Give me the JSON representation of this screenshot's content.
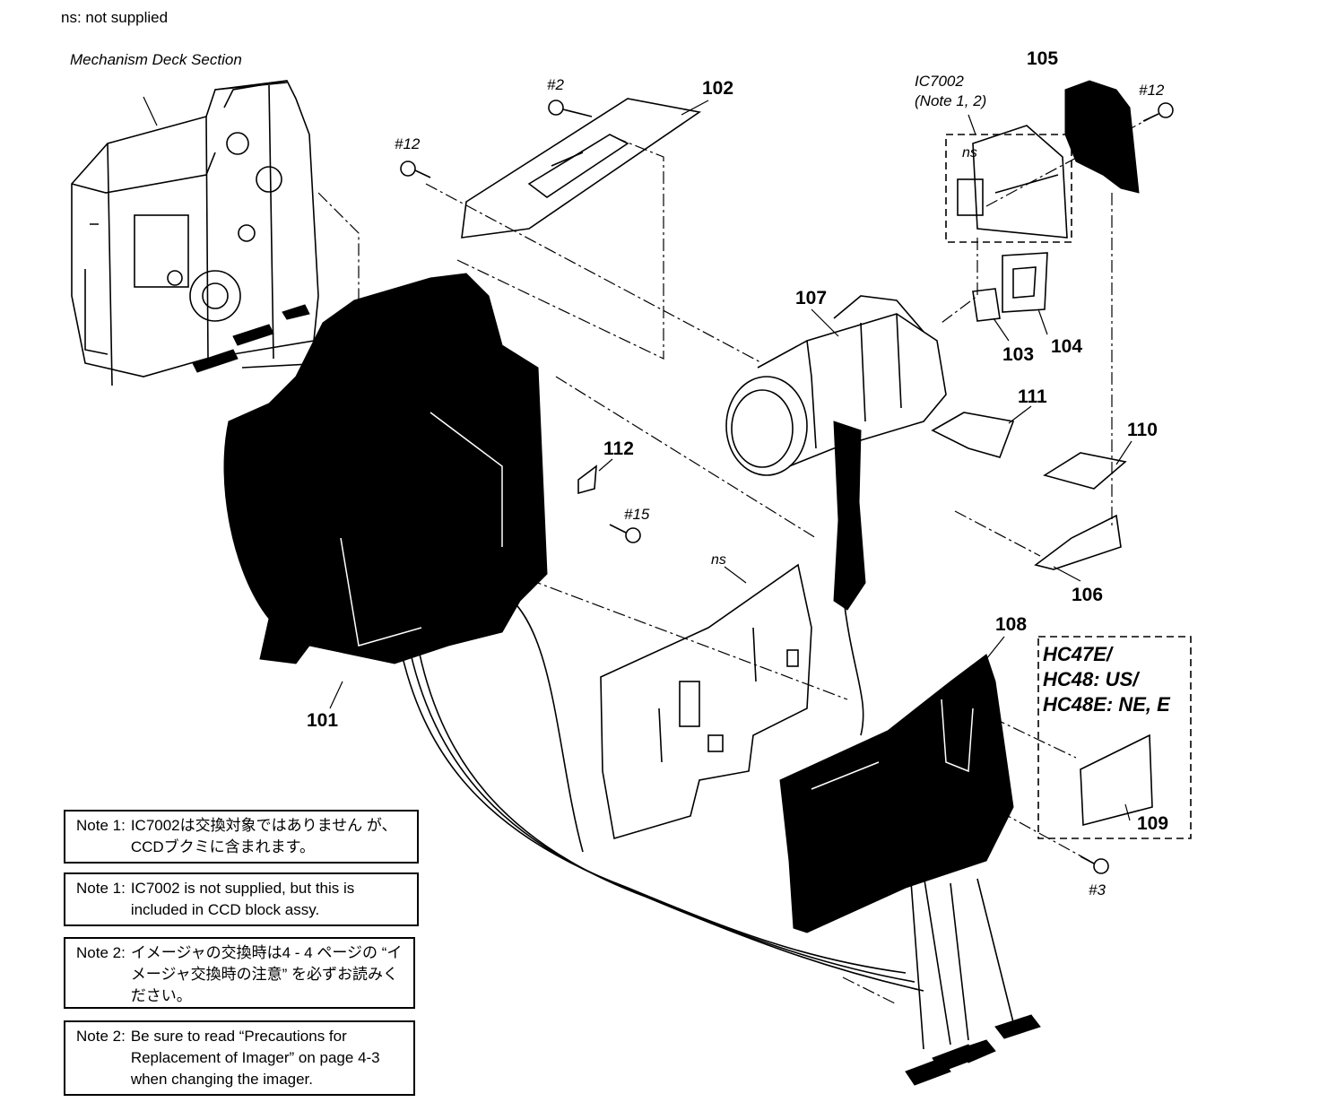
{
  "header": {
    "ns_legend": "ns: not supplied"
  },
  "section_title": "Mechanism Deck Section",
  "ic_callout": {
    "line1": "IC7002",
    "line2": "(Note 1, 2)"
  },
  "ns_marks": [
    "ns",
    "ns"
  ],
  "part_numbers": {
    "p101": "101",
    "p102": "102",
    "p103": "103",
    "p104": "104",
    "p105": "105",
    "p106": "106",
    "p107": "107",
    "p108": "108",
    "p109": "109",
    "p110": "110",
    "p111": "111",
    "p112": "112"
  },
  "screw_labels": {
    "s2": "#2",
    "s12_left": "#12",
    "s12_right": "#12",
    "s15": "#15",
    "s3": "#3"
  },
  "model_box": {
    "line1": "HC47E/",
    "line2": "HC48: US/",
    "line3": "HC48E: NE, E"
  },
  "notes": [
    {
      "tag": "Note 1:",
      "text": "IC7002は交換対象ではありません が、CCDブクミに含まれます。"
    },
    {
      "tag": "Note 1:",
      "text": "IC7002 is not supplied, but this is included in CCD block assy."
    },
    {
      "tag": "Note 2:",
      "text": "イメージャの交換時は4 - 4 ページの “イメージャ交換時の注意” を必ずお読みください。"
    },
    {
      "tag": "Note 2:",
      "text": "Be sure to read “Precautions for Replacement of Imager” on page 4-3 when changing the imager."
    }
  ]
}
